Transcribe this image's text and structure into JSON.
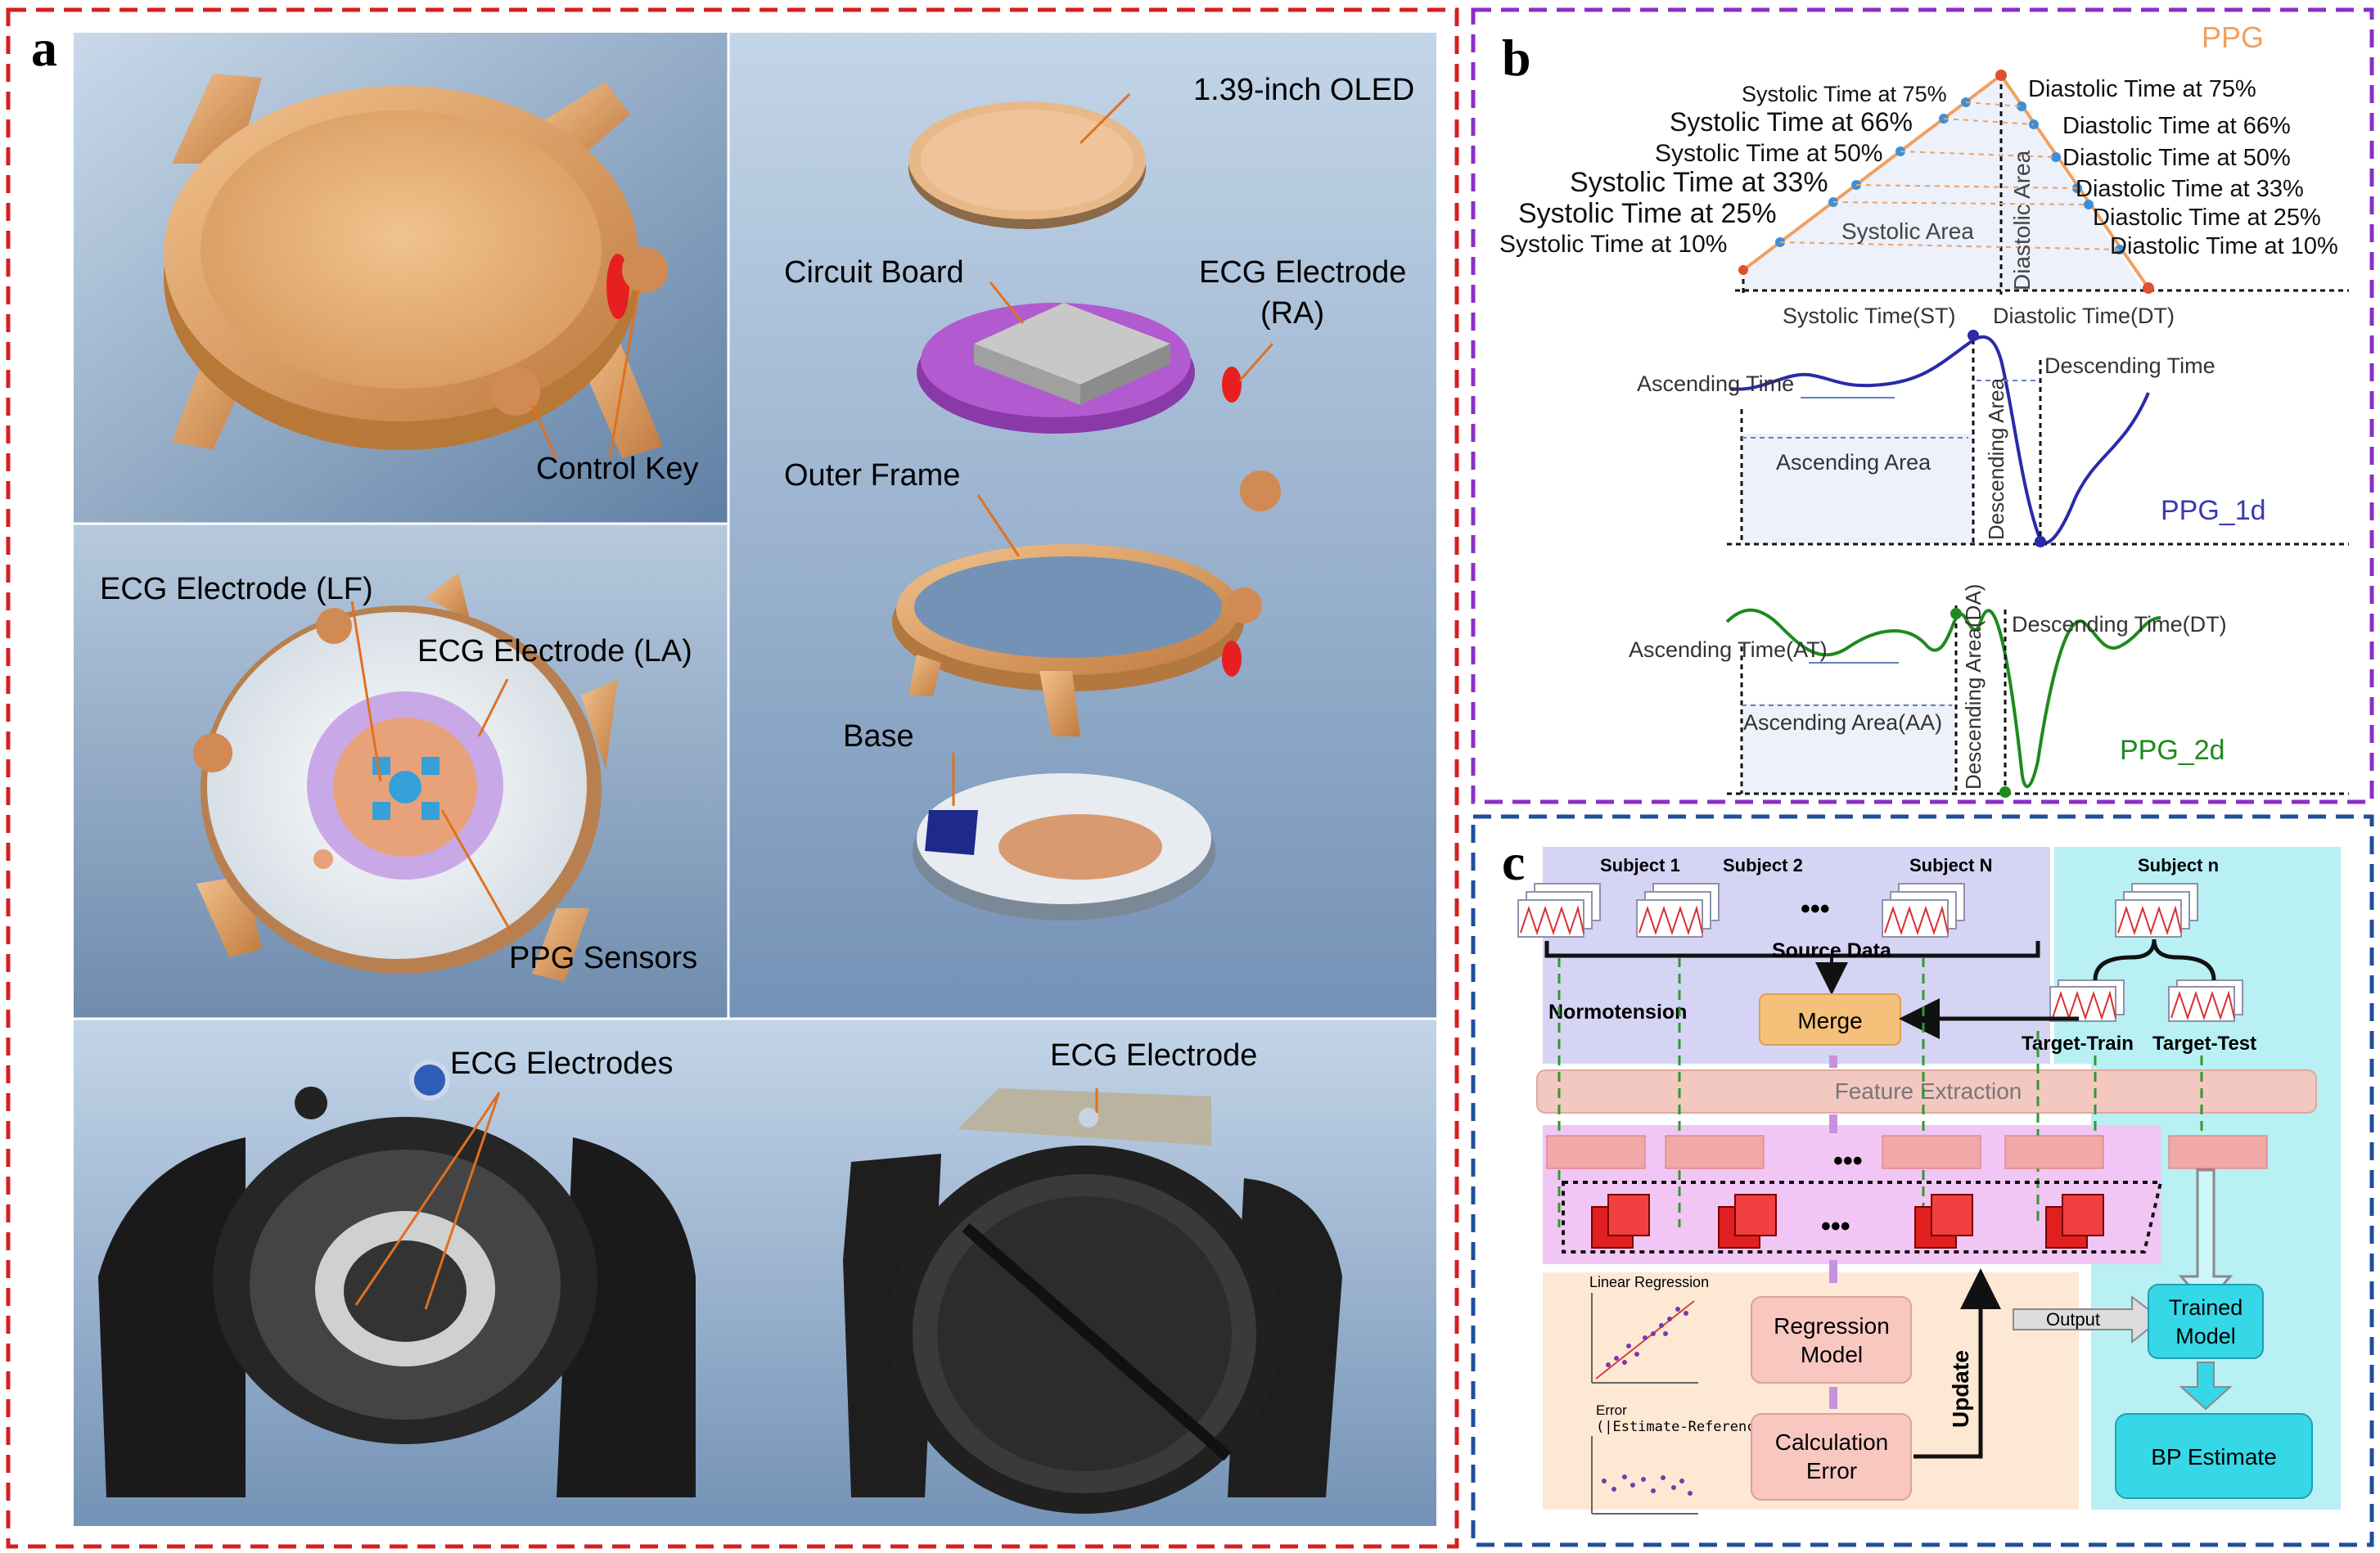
{
  "panels": {
    "a": {
      "letter": "a",
      "top_left": {
        "control_key": "Control Key"
      },
      "mid_left": {
        "ecg_lf": "ECG Electrode (LF)",
        "ecg_la": "ECG Electrode (LA)",
        "ppg_sensors": "PPG Sensors"
      },
      "right": {
        "oled": "1.39-inch OLED",
        "circuit_board": "Circuit Board",
        "ecg_ra_1": "ECG Electrode",
        "ecg_ra_2": "(RA)",
        "outer_frame": "Outer Frame",
        "base": "Base"
      },
      "bottom": {
        "ecg_electrodes": "ECG Electrodes",
        "ecg_electrode": "ECG Electrode"
      }
    },
    "b": {
      "letter": "b",
      "ppg_title": "PPG",
      "systolic_labels": [
        "Systolic Time at 75%",
        "Systolic Time at 66%",
        "Systolic Time at 50%",
        "Systolic Time at 33%",
        "Systolic Time at 25%",
        "Systolic Time at 10%"
      ],
      "diastolic_labels": [
        "Diastolic Time at 75%",
        "Diastolic Time at 66%",
        "Diastolic Time at 50%",
        "Diastolic Time at 33%",
        "Diastolic Time at 25%",
        "Diastolic Time at 10%"
      ],
      "systolic_area": "Systolic Area",
      "diastolic_area": "Diastolic Area",
      "systolic_time": "Systolic Time(ST)",
      "diastolic_time": "Diastolic Time(DT)",
      "d1": {
        "ascending_time": "Ascending Time",
        "ascending_area": "Ascending Area",
        "descending_area": "Descending Area",
        "descending_time": "Descending Time",
        "title": "PPG_1d"
      },
      "d2": {
        "ascending_time": "Ascending Time(AT)",
        "ascending_area": "Ascending Area(AA)",
        "descending_area": "Descending Area(DA)",
        "descending_time": "Descending Time(DT)",
        "title": "PPG_2d"
      }
    },
    "c": {
      "letter": "c",
      "subjects": [
        "Subject 1",
        "Subject 2",
        "Subject N",
        "Subject n"
      ],
      "ellipsis": "•••",
      "source_data": "Source Data",
      "normotension": "Normotension",
      "merge": "Merge",
      "target_train": "Target-Train",
      "target_test": "Target-Test",
      "feature_extraction": "Feature Extraction",
      "linear_regression": "Linear Regression",
      "error_1": "Error",
      "error_2": "(|Estimate-Reference|)",
      "regression_model_1": "Regression",
      "regression_model_2": "Model",
      "calc_error_1": "Calculation",
      "calc_error_2": "Error",
      "update": "Update",
      "output": "Output",
      "trained_model_1": "Trained",
      "trained_model_2": "Model",
      "bp_estimate": "BP Estimate"
    }
  },
  "colors": {
    "panel_a_border": "#d42020",
    "panel_b_border": "#8a2fc4",
    "panel_c_border": "#1f4f9a",
    "ppg": "#f0a060",
    "ppg_1d": "#2a2aa8",
    "ppg_2d": "#1e8a1e",
    "watch_gold": "#e0a06a"
  }
}
